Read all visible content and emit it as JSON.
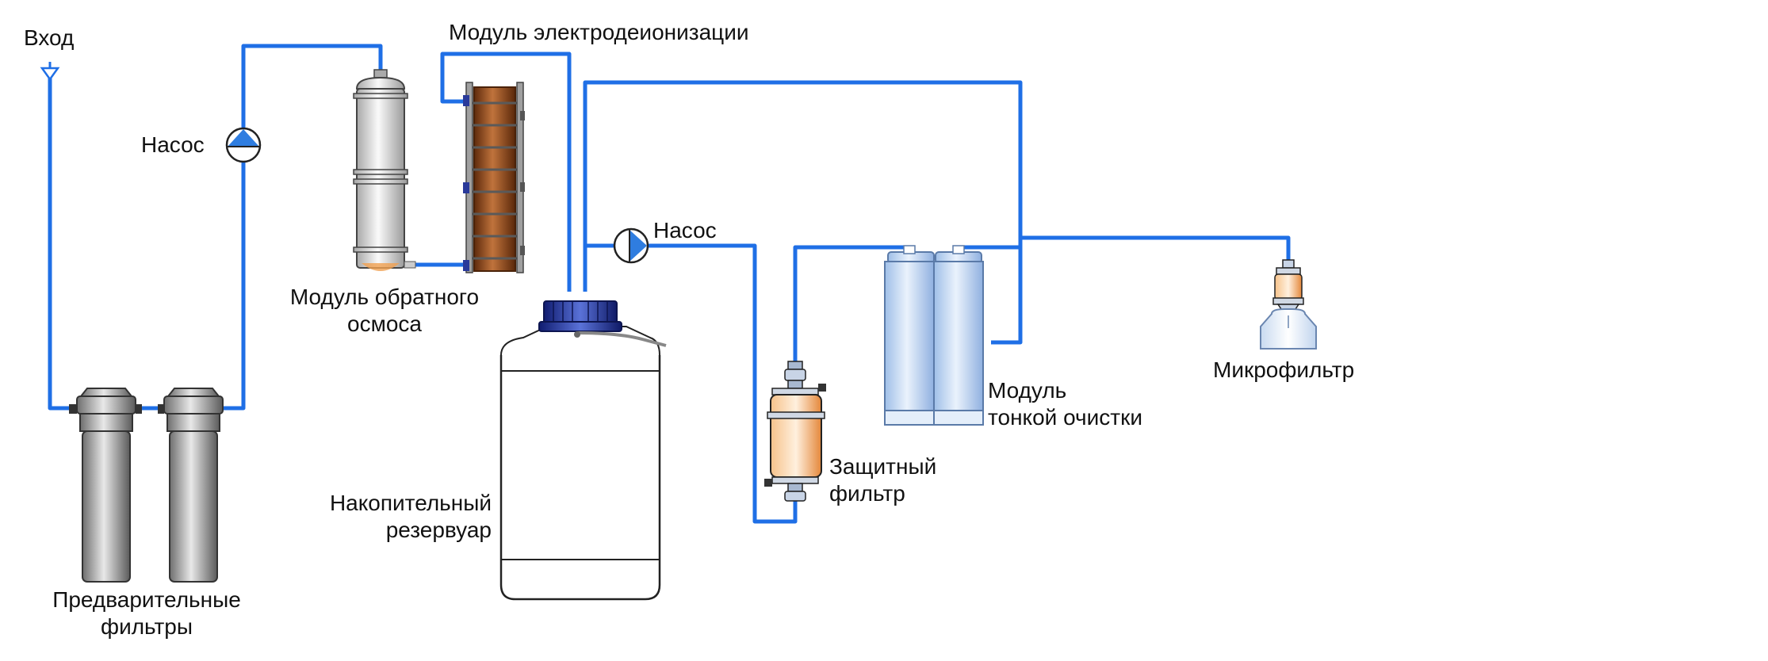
{
  "labels": {
    "inlet": "Вход",
    "pump_top": "Насос",
    "pump_mid": "Насос",
    "edi_module": "Модуль электродеионизации",
    "ro_module": [
      "Модуль обратного",
      "осмоса"
    ],
    "storage_tank": [
      "Накопительный",
      "резервуар"
    ],
    "prefilters": [
      "Предварительные",
      "фильтры"
    ],
    "guard_filter": [
      "Защитный",
      "фильтр"
    ],
    "polish_module": [
      "Модуль",
      "тонкой очистки"
    ],
    "microfilter": "Микрофильтр"
  },
  "colors": {
    "pipe": "#1f6fe6",
    "pump_fill": "#2f7de0",
    "edi_resin": "#8a4216",
    "tank_cap": "#1e2f9a",
    "guard_filter": "#f0a050",
    "polish_cartridge": "#c6daf4",
    "prefilter_body": "#9a9a9a",
    "ro_body": "#d8d8d8"
  },
  "icons": {
    "inlet": "inlet-arrow-icon",
    "pump": "pump-icon"
  }
}
